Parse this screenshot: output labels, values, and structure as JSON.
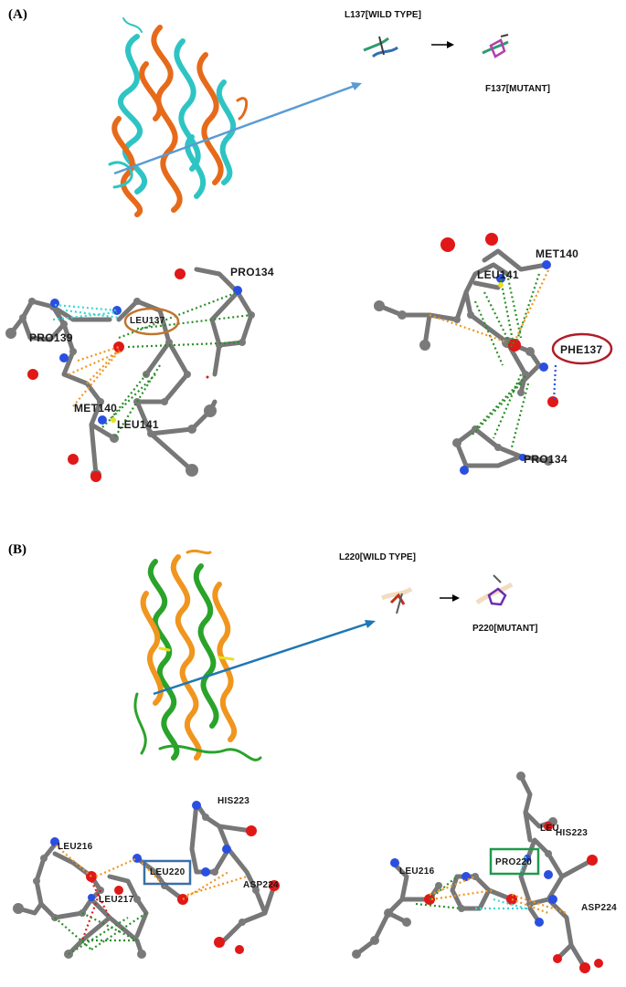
{
  "panels": {
    "a": {
      "label": "(A)",
      "wild_label": "L137[WILD TYPE]",
      "mutant_label": "F137[MUTANT]",
      "wild_residues": [
        "PRO134",
        "LEU137",
        "PRO139",
        "MET140",
        "LEU141"
      ],
      "mutant_residues": [
        "MET140",
        "LEU141",
        "PHE137",
        "PRO134"
      ],
      "colors": {
        "model_1": "#2fc4c4",
        "model_2": "#e66a1a",
        "highlight_wild": "#c0742f",
        "highlight_mutant": "#b01c28"
      }
    },
    "b": {
      "label": "(B)",
      "wild_label": "L220[WILD TYPE]",
      "mutant_label": "P220[MUTANT]",
      "wild_residues": [
        "HIS223",
        "LEU216",
        "LEU220",
        "ASP224",
        "LEU217"
      ],
      "mutant_residues": [
        "LEU216",
        "HIS223",
        "PRO220",
        "ASP224",
        "LEU"
      ],
      "colors": {
        "model_1": "#2aa32a",
        "model_2": "#f0951e",
        "highlight_wild": "#3a6fa8",
        "highlight_mutant": "#1f9a4a"
      }
    }
  }
}
